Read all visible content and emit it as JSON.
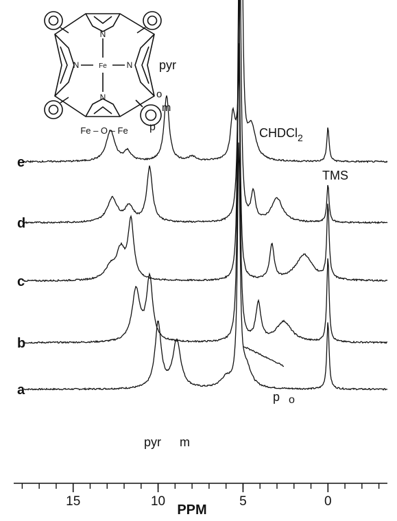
{
  "chart_data": {
    "type": "line",
    "xlabel": "PPM",
    "x_reversed": true,
    "xlim": [
      18.5,
      -3.5
    ],
    "x_ticks": [
      {
        "value": 15,
        "label": "15"
      },
      {
        "value": 10,
        "label": "10"
      },
      {
        "value": 5,
        "label": "5"
      },
      {
        "value": 0,
        "label": "0"
      }
    ],
    "grid": false,
    "colors": {
      "ink": "#111111",
      "background": "#ffffff"
    },
    "spectra": [
      {
        "name": "a",
        "peaks": [
          {
            "ppm": 10.0,
            "height": 95,
            "width": 0.22
          },
          {
            "ppm": 8.9,
            "height": 70,
            "width": 0.28
          },
          {
            "ppm": 6.0,
            "height": 14,
            "width": 0.4
          },
          {
            "ppm": 5.25,
            "height": 350,
            "width": 0.09
          },
          {
            "ppm": 4.8,
            "height": 30,
            "width": 0.35
          },
          {
            "ppm": 0.0,
            "height": 100,
            "width": 0.08
          }
        ]
      },
      {
        "name": "b",
        "peaks": [
          {
            "ppm": 11.3,
            "height": 75,
            "width": 0.28
          },
          {
            "ppm": 10.5,
            "height": 92,
            "width": 0.22
          },
          {
            "ppm": 5.25,
            "height": 440,
            "width": 0.09
          },
          {
            "ppm": 4.1,
            "height": 55,
            "width": 0.18
          },
          {
            "ppm": 2.6,
            "height": 30,
            "width": 0.55
          },
          {
            "ppm": 0.0,
            "height": 125,
            "width": 0.08
          }
        ]
      },
      {
        "name": "c",
        "peaks": [
          {
            "ppm": 12.8,
            "height": 18,
            "width": 0.4
          },
          {
            "ppm": 12.2,
            "height": 40,
            "width": 0.3
          },
          {
            "ppm": 11.6,
            "height": 85,
            "width": 0.2
          },
          {
            "ppm": 5.25,
            "height": 450,
            "width": 0.08
          },
          {
            "ppm": 3.3,
            "height": 52,
            "width": 0.15
          },
          {
            "ppm": 1.4,
            "height": 38,
            "width": 0.6
          },
          {
            "ppm": 0.0,
            "height": 110,
            "width": 0.08
          }
        ]
      },
      {
        "name": "d",
        "peaks": [
          {
            "ppm": 12.7,
            "height": 35,
            "width": 0.35
          },
          {
            "ppm": 11.7,
            "height": 22,
            "width": 0.3
          },
          {
            "ppm": 10.5,
            "height": 80,
            "width": 0.2
          },
          {
            "ppm": 5.2,
            "height": 460,
            "width": 0.09
          },
          {
            "ppm": 4.4,
            "height": 42,
            "width": 0.15
          },
          {
            "ppm": 3.0,
            "height": 35,
            "width": 0.4
          },
          {
            "ppm": 0.0,
            "height": 55,
            "width": 0.08
          }
        ]
      },
      {
        "name": "e",
        "peaks": [
          {
            "ppm": 12.8,
            "height": 45,
            "width": 0.3
          },
          {
            "ppm": 11.8,
            "height": 14,
            "width": 0.25
          },
          {
            "ppm": 9.5,
            "height": 95,
            "width": 0.18
          },
          {
            "ppm": 8.0,
            "height": 6,
            "width": 0.3
          },
          {
            "ppm": 5.6,
            "height": 60,
            "width": 0.15
          },
          {
            "ppm": 5.1,
            "height": 440,
            "width": 0.09
          },
          {
            "ppm": 4.5,
            "height": 48,
            "width": 0.3
          },
          {
            "ppm": 0.0,
            "height": 50,
            "width": 0.08
          }
        ]
      }
    ],
    "annotations": {
      "solvent": "CHDCl",
      "solvent_subscript": "2",
      "reference": "TMS",
      "pyr": "pyr",
      "m": "m",
      "p": "p",
      "o": "o"
    }
  },
  "structure": {
    "pyr_label": "pyr",
    "o_label": "o",
    "m_label": "m",
    "p_label": "p",
    "nitrogen": "N",
    "iron": "Fe",
    "dimer_formula": "Fe – O – Fe"
  }
}
